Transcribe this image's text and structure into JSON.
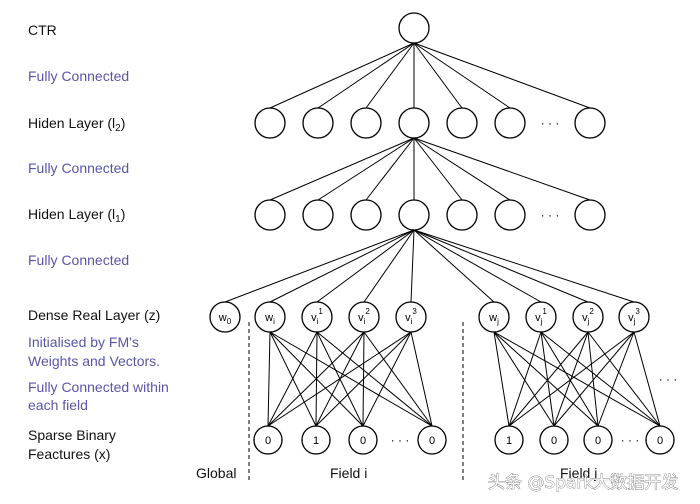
{
  "labels": {
    "ctr": "CTR",
    "fc1": "Fully Connected",
    "hidden2": "Hiden Layer (l",
    "hidden2_sub": "2",
    "fc2": "Fully Connected",
    "hidden1": "Hiden Layer (l",
    "hidden1_sub": "1",
    "fc3": "Fully Connected",
    "dense": "Dense Real Layer (z)",
    "init_line1": "Initialised by FM's",
    "init_line2": "Weights and Vectors.",
    "fcf_line1": "Fully Connected within",
    "fcf_line2": "each field",
    "sparse_line1": "Sparse Binary",
    "sparse_line2": "Feactures (x)",
    "global": "Global",
    "field_i": "Field i",
    "field_j": "Field j",
    "close_paren": ")"
  },
  "ellipsis": "· · ·",
  "dense_nodes": {
    "w0": {
      "base": "w",
      "sub": "0",
      "sup": ""
    },
    "field_i": [
      {
        "base": "w",
        "sub": "i",
        "sup": ""
      },
      {
        "base": "v",
        "sub": "i",
        "sup": "1"
      },
      {
        "base": "v",
        "sub": "i",
        "sup": "2"
      },
      {
        "base": "v",
        "sub": "i",
        "sup": "3"
      }
    ],
    "field_j": [
      {
        "base": "w",
        "sub": "j",
        "sup": ""
      },
      {
        "base": "v",
        "sub": "j",
        "sup": "1"
      },
      {
        "base": "v",
        "sub": "j",
        "sup": "2"
      },
      {
        "base": "v",
        "sub": "j",
        "sup": "3"
      }
    ]
  },
  "sparse_values": {
    "field_i": [
      "0",
      "1",
      "0",
      "0"
    ],
    "field_j": [
      "1",
      "0",
      "0",
      "0"
    ]
  },
  "watermark": "头条 @Spark大数据开发",
  "colors": {
    "label_dark": "#111111",
    "label_fc": "#5a55a8",
    "stroke": "#000000"
  }
}
